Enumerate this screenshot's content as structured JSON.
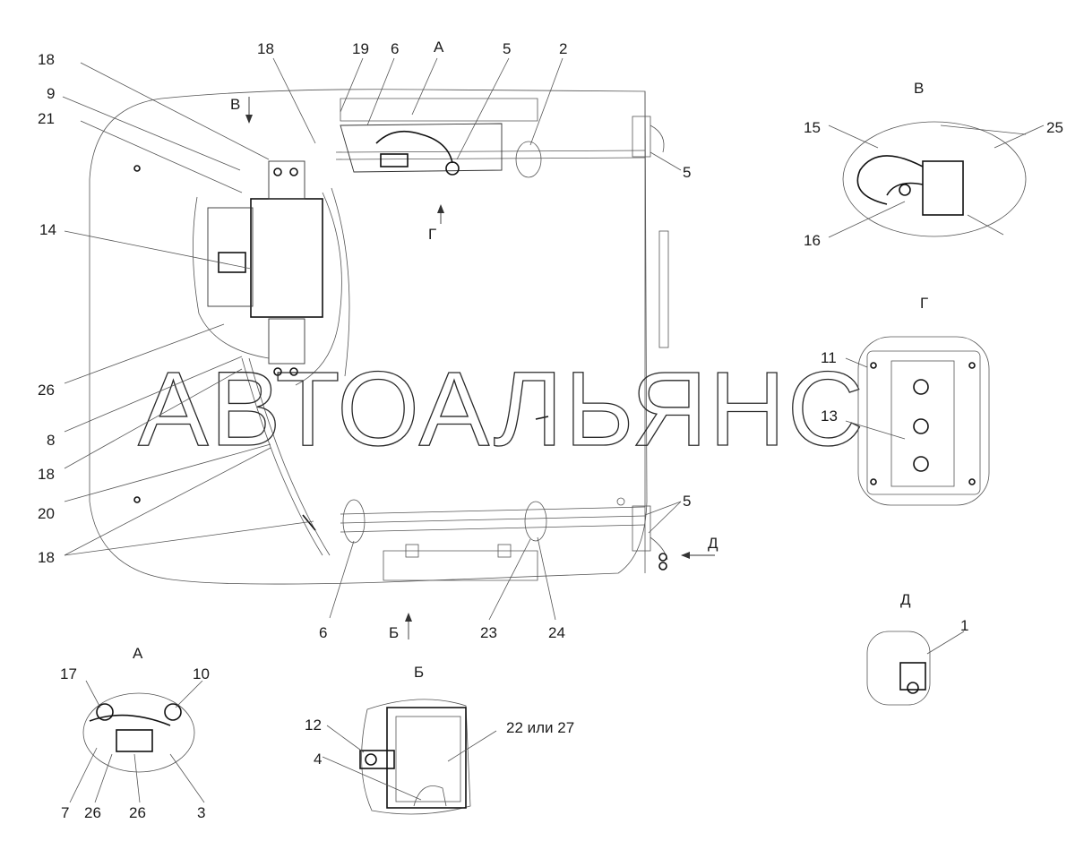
{
  "watermark": "АВТОАЛЬЯНС",
  "view_titles": {
    "v": "В",
    "g": "Г",
    "d": "Д",
    "a": "А",
    "b": "Б"
  },
  "view_arrows": {
    "v": "В",
    "a": "А",
    "g": "Г",
    "d": "Д",
    "b": "Б"
  },
  "callouts": {
    "main": [
      "18",
      "9",
      "21",
      "14",
      "26",
      "8",
      "18",
      "20",
      "18",
      "18",
      "19",
      "6",
      "5",
      "2",
      "5",
      "5",
      "6",
      "23",
      "24"
    ],
    "view_v": [
      "15",
      "25",
      "16"
    ],
    "view_g": [
      "11",
      "13"
    ],
    "view_d": [
      "1"
    ],
    "view_a": [
      "17",
      "10",
      "7",
      "26",
      "26",
      "3"
    ],
    "view_b": [
      "12",
      "4",
      "22 или 27"
    ]
  }
}
